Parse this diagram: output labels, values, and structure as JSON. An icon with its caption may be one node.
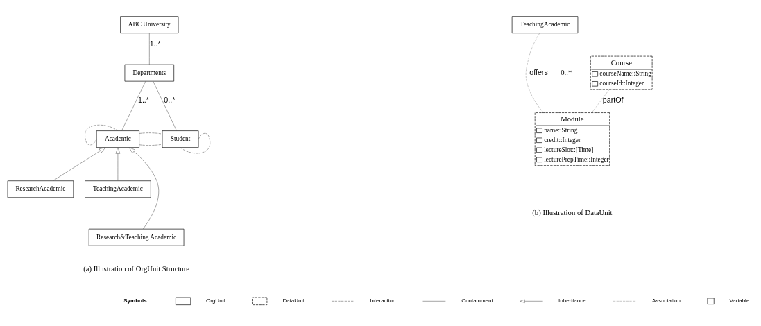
{
  "diagram": {
    "nodes": [
      {
        "text": [
          "ABC University"
        ]
      },
      {
        "text": [
          "Departments"
        ]
      },
      {
        "text": [
          "Academic"
        ]
      },
      {
        "text": [
          "Student"
        ]
      },
      {
        "text": [
          "ResearchAcademic"
        ]
      },
      {
        "text": [
          "TeachingAcademic"
        ]
      },
      {
        "text": [
          "Research&Teaching Academic"
        ]
      },
      {
        "text": [
          "TeachingAcademic"
        ]
      },
      {
        "text": [
          "Course",
          "courseName::String",
          "courseId::Integer"
        ]
      },
      {
        "text": [
          "Module",
          "name::String",
          "credit::Integer",
          "lectureSlot::[Time]",
          "lecturePrepTime::Integer"
        ]
      }
    ],
    "edges": [
      {
        "from": 0,
        "to": 1,
        "arrow": "none",
        "label": "1..*"
      },
      {
        "from": 1,
        "to": 2,
        "arrow": "none",
        "label": "1..*"
      },
      {
        "from": 1,
        "to": 3,
        "arrow": "none",
        "label": "0..*"
      },
      {
        "from": 2,
        "to": 2,
        "arrow": "none",
        "style": "dashed"
      },
      {
        "from": 2,
        "to": 3,
        "arrow": "none",
        "style": "dashed"
      },
      {
        "from": 2,
        "to": 3,
        "arrow": "none",
        "style": "dashed"
      },
      {
        "from": 3,
        "to": 3,
        "arrow": "none",
        "style": "dashed"
      },
      {
        "from": 4,
        "to": 2,
        "arrow": "to"
      },
      {
        "from": 5,
        "to": 2,
        "arrow": "to"
      },
      {
        "from": 6,
        "to": 2,
        "arrow": "to"
      },
      {
        "from": 7,
        "to": 9,
        "arrow": "none",
        "label": "offers",
        "style": "dashed",
        "color": "#999999"
      },
      {
        "from": 8,
        "to": 9,
        "arrow": "none",
        "label": "partOf",
        "style": "dashed",
        "color": "#999999"
      }
    ],
    "labels": [
      "0..*",
      "(a) Illustration of OrgUnit Structure",
      "(b) Illustration of DataUnit",
      "Symbols:"
    ],
    "legend": [
      {
        "text": "OrgUnit"
      },
      {
        "text": "DataUnit"
      },
      {
        "text": "Interaction"
      },
      {
        "text": "Containment"
      },
      {
        "text": "Inheritance"
      },
      {
        "text": "Association"
      },
      {
        "text": "Variable"
      }
    ]
  }
}
